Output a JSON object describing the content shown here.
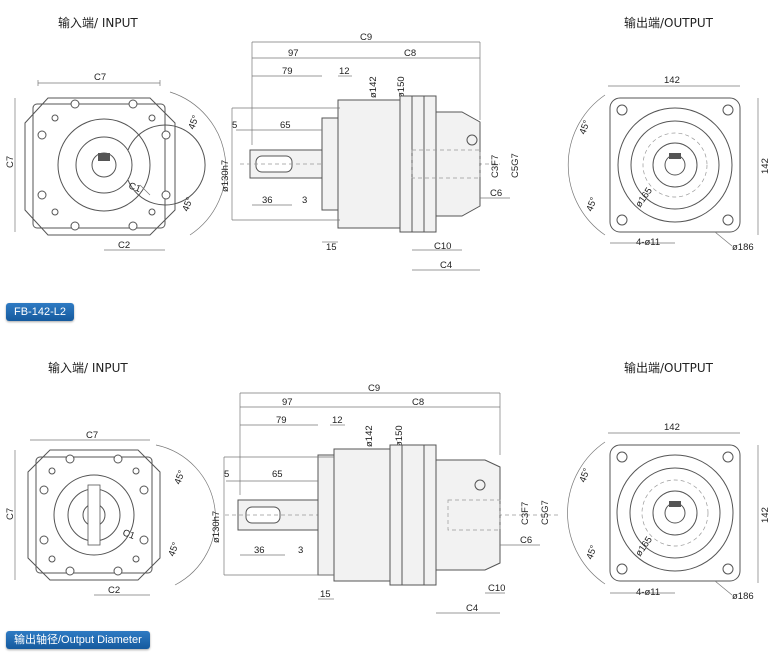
{
  "headings": {
    "input": "输入端/ INPUT",
    "output": "输出端/OUTPUT"
  },
  "badges": {
    "model": "FB-142-L2",
    "output_diameter": "输出轴径/Output Diameter"
  },
  "input_view": {
    "c7_top": "C7",
    "c7_side": "C7",
    "c1": "C1",
    "c2": "C2",
    "angle_a": "45°",
    "angle_b": "45°"
  },
  "side_view": {
    "c9": "C9",
    "d97": "97",
    "c8": "C8",
    "d79": "79",
    "d12": "12",
    "d142": "ø142",
    "d150": "ø150",
    "d5": "5",
    "d65": "65",
    "d130": "ø130h7",
    "d36": "36",
    "d3": "3",
    "d15": "15",
    "c10": "C10",
    "c4": "C4",
    "c6": "C6",
    "c3": "C3F7",
    "c5": "C5G7"
  },
  "output_view": {
    "d142_top": "142",
    "d142_side": "142",
    "angle_a": "45°",
    "angle_b": "45°",
    "d165": "ø165",
    "holes": "4-ø11",
    "d186": "ø186"
  },
  "colors": {
    "badge": "#1e66ad",
    "part_fill": "#f2f2f2",
    "line": "#555555"
  }
}
